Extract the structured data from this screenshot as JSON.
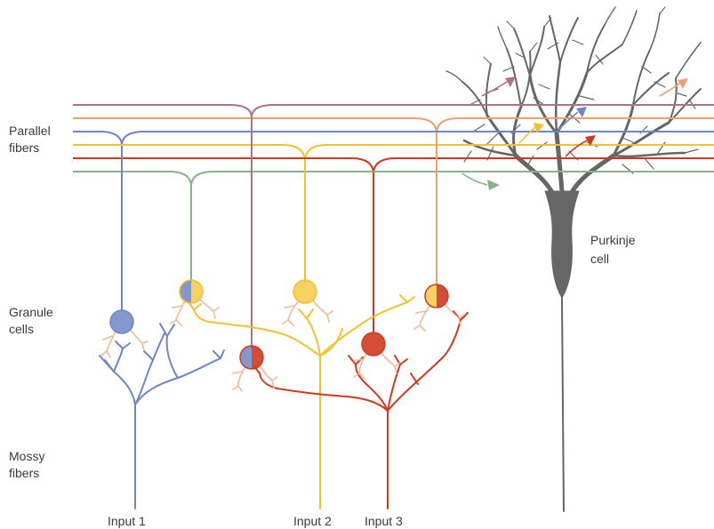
{
  "labels": {
    "parallel_1": "Parallel",
    "parallel_2": "fibers",
    "granule_1": "Granule",
    "granule_2": "cells",
    "mossy_1": "Mossy",
    "mossy_2": "fibers",
    "purkinje_1": "Purkinje",
    "purkinje_2": "cell",
    "input_1": "Input 1",
    "input_2": "Input 2",
    "input_3": "Input 3"
  },
  "colors": {
    "input1": "#6f86c4",
    "input2": "#f4c12e",
    "input3": "#cf3a1f",
    "pink": "#b06f8a",
    "orange": "#eda070",
    "green": "#86b38a",
    "purkinje": "#666666",
    "dendrite": "#f0b99a"
  }
}
